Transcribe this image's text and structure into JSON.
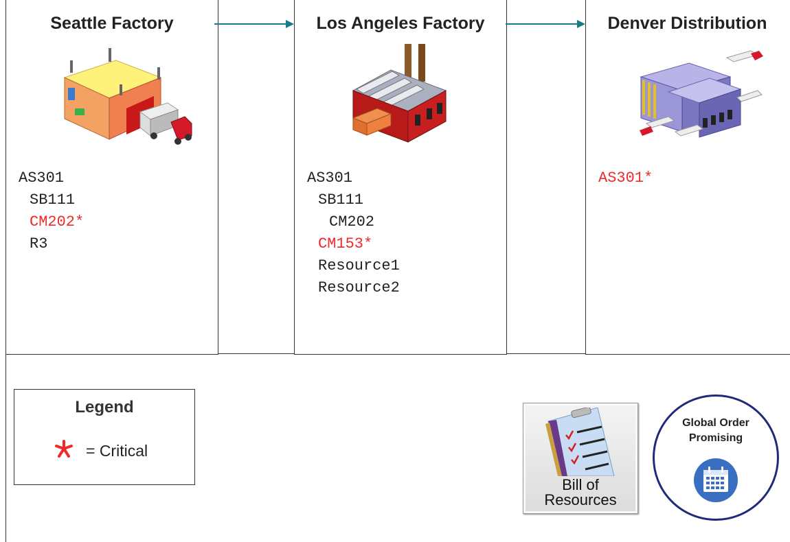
{
  "flow": {
    "nodes": [
      {
        "title": "Seattle Factory",
        "items": [
          {
            "text": "AS301",
            "level": 0,
            "critical": false
          },
          {
            "text": "SB111",
            "level": 1,
            "critical": false
          },
          {
            "text": "CM202*",
            "level": 1,
            "critical": true
          },
          {
            "text": "R3",
            "level": 1,
            "critical": false
          }
        ]
      },
      {
        "title": "Los Angeles Factory",
        "items": [
          {
            "text": "AS301",
            "level": 0,
            "critical": false
          },
          {
            "text": "SB111",
            "level": 1,
            "critical": false
          },
          {
            "text": "CM202",
            "level": 2,
            "critical": false
          },
          {
            "text": "CM153*",
            "level": 1,
            "critical": true
          },
          {
            "text": "Resource1",
            "level": 1,
            "critical": false
          },
          {
            "text": "Resource2",
            "level": 1,
            "critical": false
          }
        ]
      },
      {
        "title": "Denver Distribution",
        "items": [
          {
            "text": "AS301*",
            "level": 0,
            "critical": true
          }
        ]
      }
    ]
  },
  "legend": {
    "title": "Legend",
    "entry": "= Critical"
  },
  "bill_of_resources": {
    "label_line1": "Bill of",
    "label_line2": "Resources"
  },
  "global_order_promising": {
    "label_line1": "Global Order",
    "label_line2": "Promising"
  },
  "colors": {
    "critical": "#ee2a2a",
    "arrow": "#1a7a8a",
    "gop_ring": "#1f2a7a",
    "gop_icon": "#3a6ec0"
  }
}
